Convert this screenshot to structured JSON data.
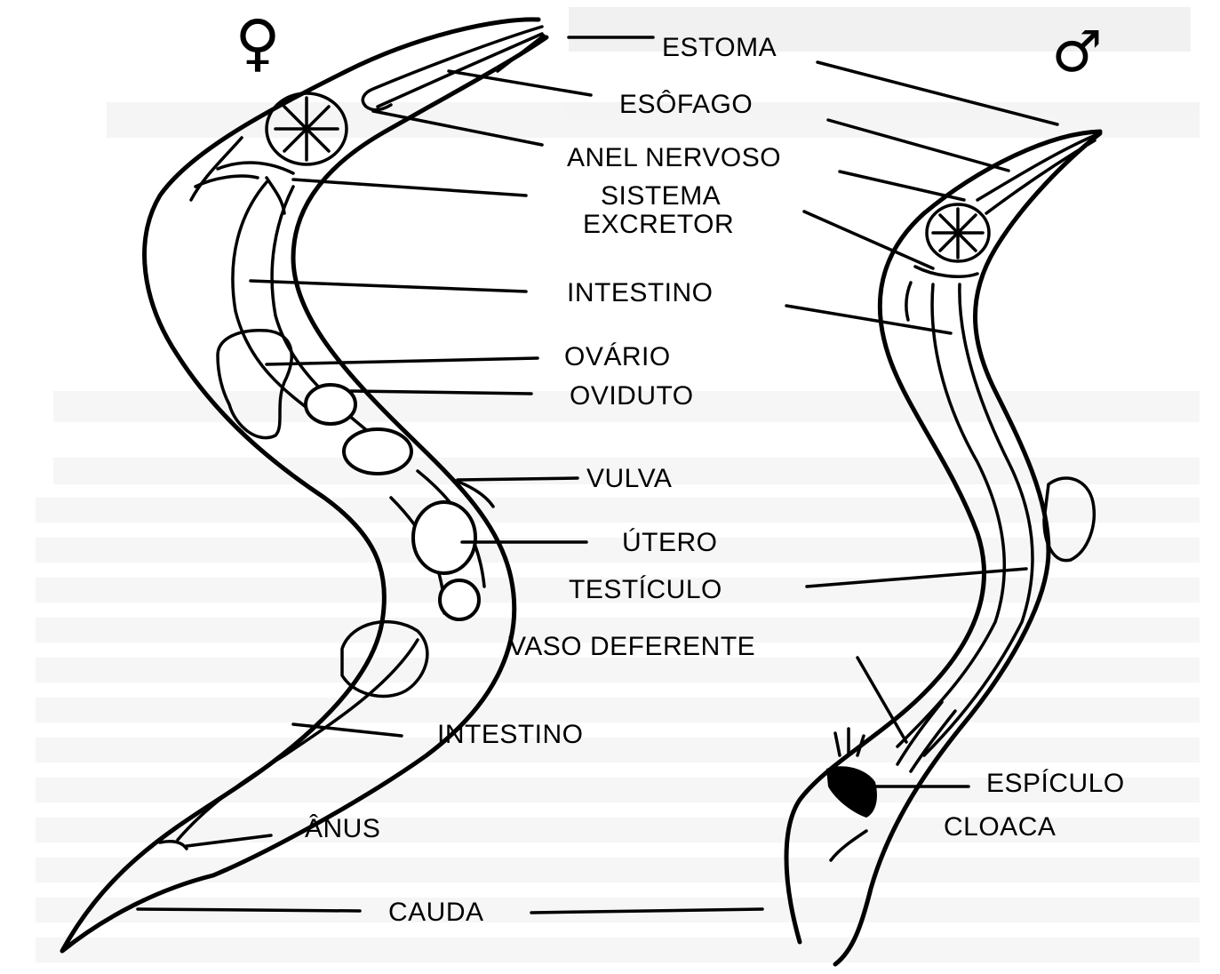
{
  "symbols": {
    "female": "♀",
    "male": "♂"
  },
  "labels": {
    "estoma": "ESTOMA",
    "esofago": "ESÔFAGO",
    "anel_nervoso": "ANEL NERVOSO",
    "sistema": "SISTEMA",
    "excretor": "EXCRETOR",
    "intestino_upper": "INTESTINO",
    "ovario": "OVÁRIO",
    "oviduto": "OVIDUTO",
    "vulva": "VULVA",
    "utero": "ÚTERO",
    "testiculo": "TESTÍCULO",
    "vaso_deferente": "VASO DEFERENTE",
    "intestino_lower": "INTESTINO",
    "espiculo": "ESPÍCULO",
    "anus": "ÂNUS",
    "cloaca": "CLOACA",
    "cauda": "CAUDA"
  },
  "colors": {
    "ink": "#000000",
    "paper": "#ffffff",
    "bleed_through_text": "#c8c8c8"
  }
}
